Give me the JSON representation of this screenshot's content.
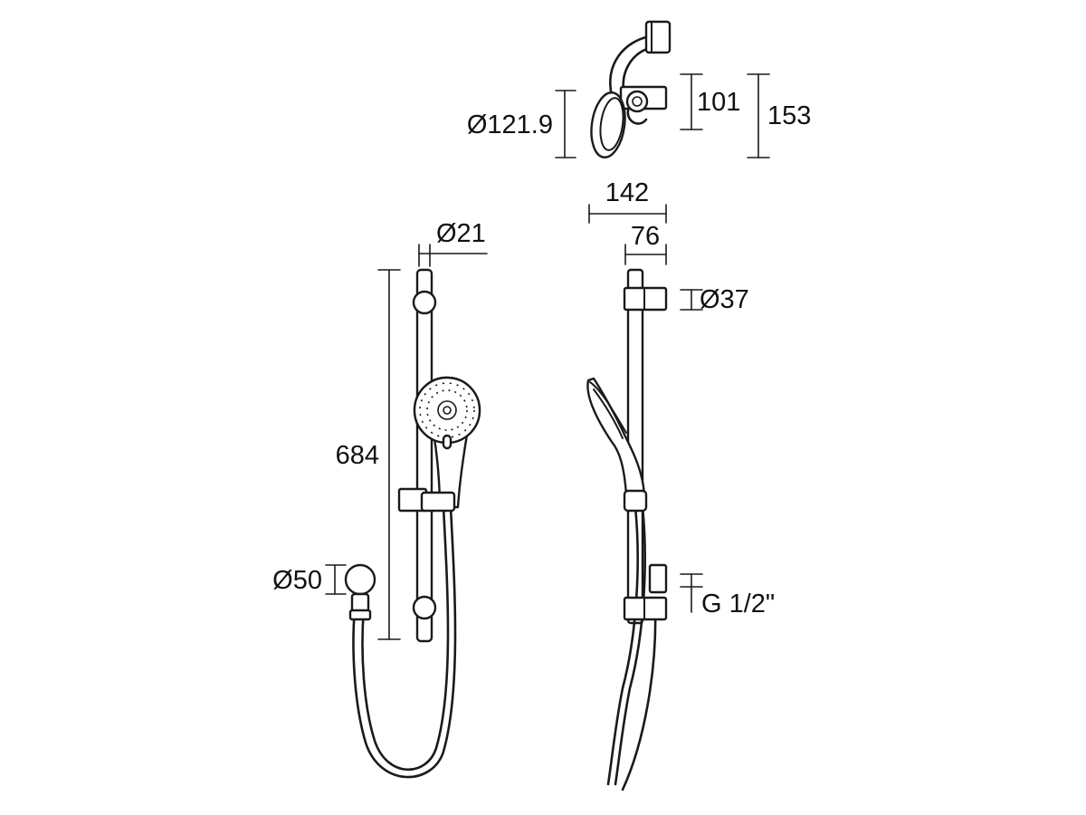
{
  "dimensions": {
    "head_diameter": "Ø121.9",
    "wall_to_bracket": "101",
    "total_depth": "153",
    "arm_projection": "142",
    "rail_offset": "76",
    "rail_diameter": "Ø21",
    "bracket_diameter": "Ø37",
    "rail_length": "684",
    "elbow_diameter": "Ø50",
    "thread_size": "G 1/2\""
  },
  "colors": {
    "line": "#1a1a1a",
    "text": "#111111",
    "background": "#ffffff"
  }
}
